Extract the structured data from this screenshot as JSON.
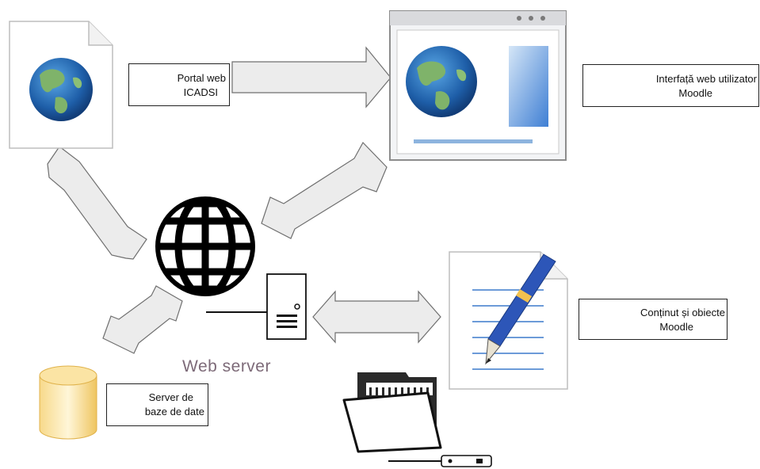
{
  "labels": {
    "portal_line1": "Portal web",
    "portal_line2": "ICADSI",
    "moodle_ui_line1": "Interfață web utilizator",
    "moodle_ui_line2": "Moodle",
    "content_line1": "Conținut și obiecte",
    "content_line2": "Moodle",
    "db_line1": "Server de",
    "db_line2": "baze de date",
    "web_server": "Web server"
  },
  "icons": [
    "globe-document-icon",
    "browser-window-icon",
    "internet-globe-icon",
    "server-tower-icon",
    "document-pen-icon",
    "database-icon",
    "folder-icon",
    "network-cable-icon"
  ],
  "colors": {
    "arrow_fill": "#ececec",
    "arrow_stroke": "#6f6f6f",
    "web_server_text": "#7d6a78"
  }
}
